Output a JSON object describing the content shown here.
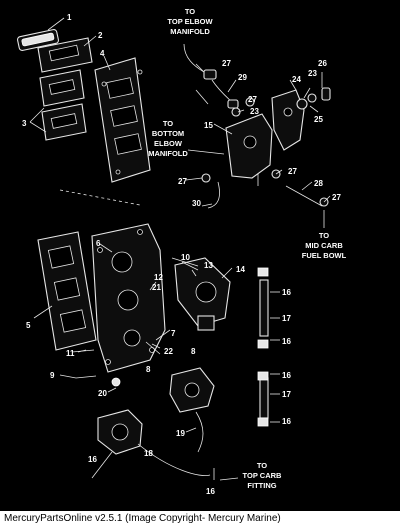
{
  "labels": {
    "top_elbow_manifold": [
      "TO",
      "TOP ELBOW",
      "MANIFOLD"
    ],
    "bottom_elbow_manifold": [
      "TO",
      "BOTTOM",
      "ELBOW",
      "MANIFOLD"
    ],
    "mid_carb": [
      "TO",
      "MID CARB",
      "FUEL BOWL"
    ],
    "top_carb": [
      "TO",
      "TOP CARB",
      "FITTING"
    ]
  },
  "callouts": [
    "1",
    "2",
    "3",
    "4",
    "5",
    "6",
    "7",
    "8",
    "9",
    "10",
    "11",
    "12",
    "13",
    "14",
    "15",
    "16",
    "17",
    "18",
    "19",
    "20",
    "21",
    "22",
    "23",
    "24",
    "25",
    "26",
    "27",
    "28",
    "29",
    "30"
  ],
  "footer": {
    "text": "MercuryPartsOnline v2.5.1 (Image Copyright- Mercury Marine)"
  }
}
